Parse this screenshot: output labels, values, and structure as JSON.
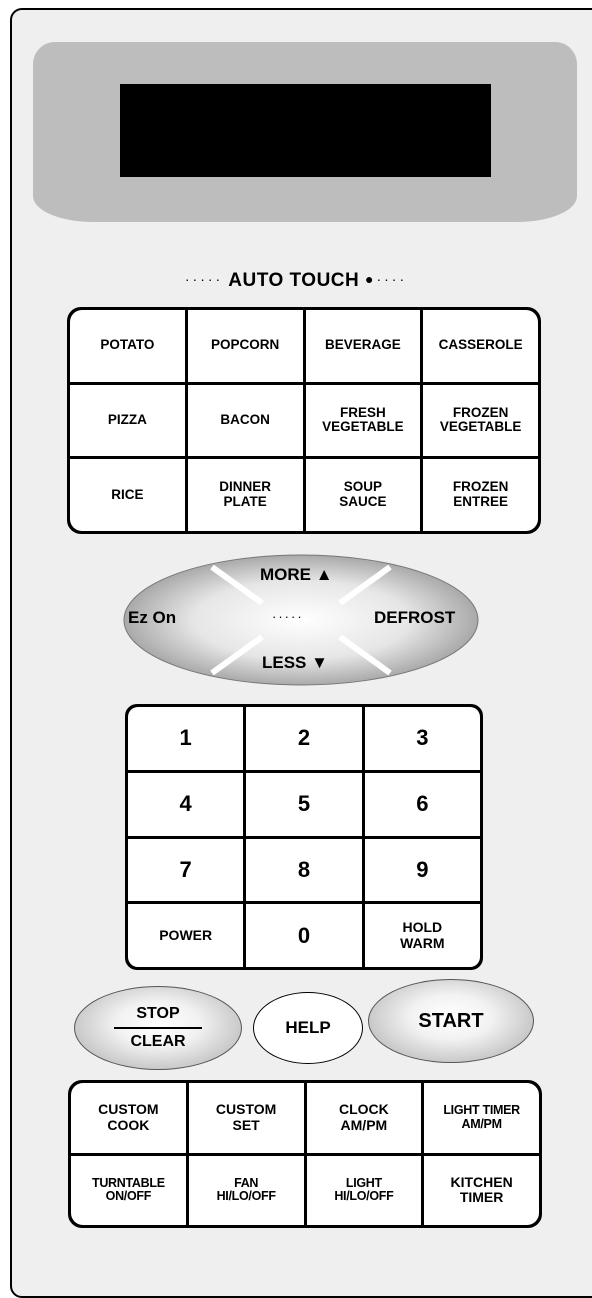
{
  "auto_touch": {
    "title": "AUTO TOUCH",
    "dots_left": "·····",
    "dots_right": "●····"
  },
  "auto_keys": [
    "POTATO",
    "POPCORN",
    "BEVERAGE",
    "CASSEROLE",
    "PIZZA",
    "BACON",
    "FRESH\nVEGETABLE",
    "FROZEN\nVEGETABLE",
    "RICE",
    "DINNER\nPLATE",
    "SOUP\nSAUCE",
    "FROZEN\nENTREE"
  ],
  "dial": {
    "more": "MORE ▲",
    "less": "LESS ▼",
    "left": "Ez On",
    "right": "DEFROST",
    "dots": "·····"
  },
  "numpad": [
    "1",
    "2",
    "3",
    "4",
    "5",
    "6",
    "7",
    "8",
    "9",
    "POWER",
    "0",
    "HOLD\nWARM"
  ],
  "controls": {
    "stop": "STOP",
    "clear": "CLEAR",
    "help": "HELP",
    "start": "START"
  },
  "bottom_keys": [
    "CUSTOM\nCOOK",
    "CUSTOM\nSET",
    "CLOCK\nAM/PM",
    "LIGHT TIMER\nAM/PM",
    "TURNTABLE\nON/OFF",
    "FAN\nHI/LO/OFF",
    "LIGHT\nHI/LO/OFF",
    "KITCHEN\nTIMER"
  ],
  "colors": {
    "bezel": "#bdbdbd",
    "screen": "#000000",
    "panel": "#efefef"
  }
}
